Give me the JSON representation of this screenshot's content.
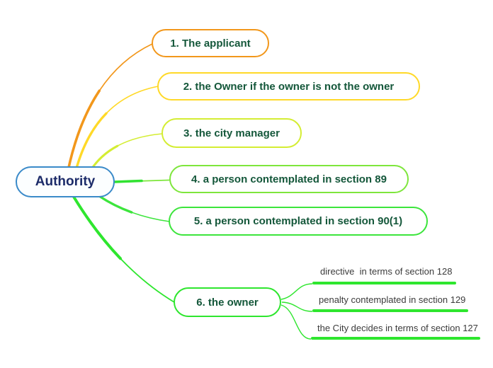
{
  "root": {
    "label": "Authority",
    "border_color": "#3a8ac9",
    "text_color": "#1c2b69"
  },
  "node_text_color": "#14573a",
  "nodes": [
    {
      "label": "1. The applicant",
      "color": "#f2971b"
    },
    {
      "label": "2. the Owner if the owner is not the owner",
      "color": "#ffd928"
    },
    {
      "label": "3. the city manager",
      "color": "#d4ed33"
    },
    {
      "label": "4. a person contemplated in section 89",
      "color": "#7ee63c"
    },
    {
      "label": "5. a person contemplated in section 90(1)",
      "color": "#3ce53c"
    },
    {
      "label": "6. the owner",
      "color": "#2ee62e"
    }
  ],
  "connector_hub_color": "#31e231",
  "leaves": [
    {
      "label": "directive  in terms of section 128",
      "color": "#2ee62e"
    },
    {
      "label": "penalty contemplated in section 129",
      "color": "#2ee62e"
    },
    {
      "label": "the City decides in terms of section 127",
      "color": "#2ee62e"
    }
  ],
  "leaf_text_color": "#3b3b3b"
}
